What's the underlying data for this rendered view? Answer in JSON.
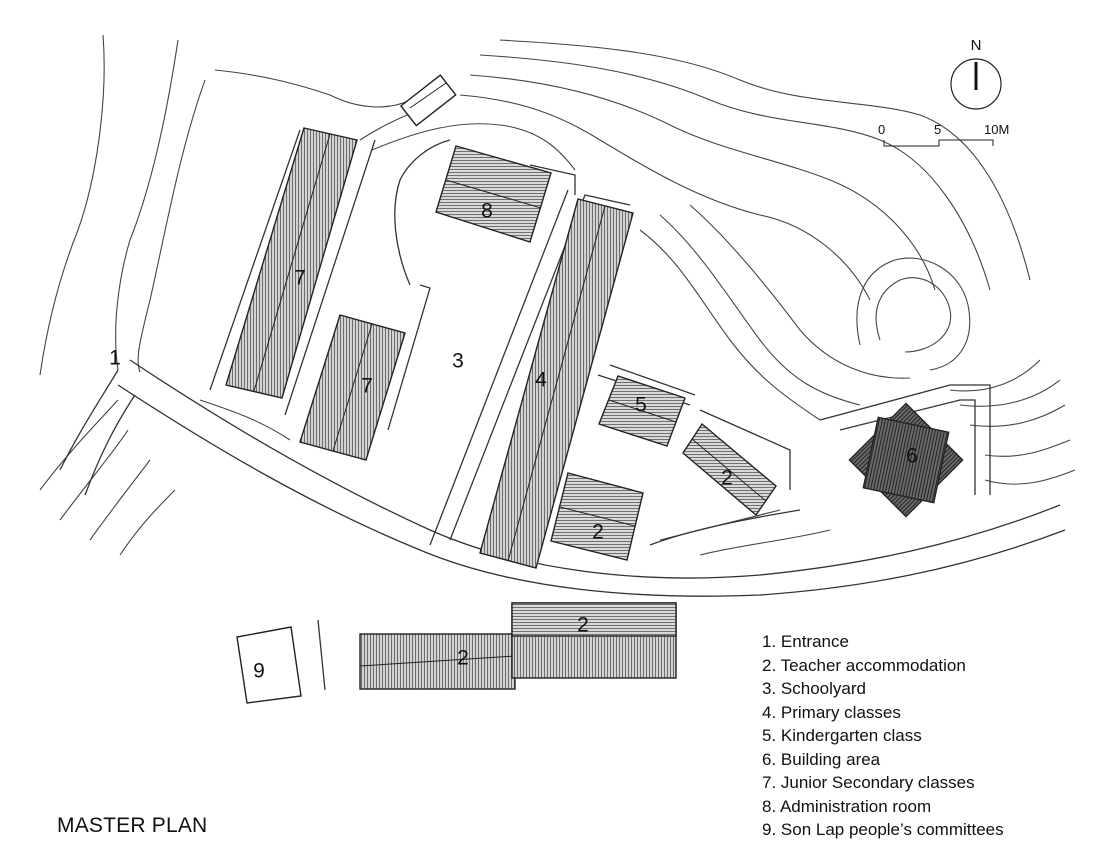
{
  "title": "MASTER PLAN",
  "north_label": "N",
  "scale_labels": [
    "0",
    "5",
    "10M"
  ],
  "zone_labels": {
    "entrance": "1",
    "schoolyard": "3"
  },
  "buildings": {
    "junior_secondary_a": "7",
    "junior_secondary_b": "7",
    "administration": "8",
    "primary": "4",
    "kindergarten": "5",
    "teacher_a": "2",
    "teacher_b": "2",
    "teacher_c": "2",
    "teacher_d": "2",
    "building_area": "6",
    "committees": "9"
  },
  "legend": [
    "1. Entrance",
    "2. Teacher accommodation",
    "3. Schoolyard",
    "4. Primary classes",
    "5. Kindergarten class",
    "6. Building area",
    "7. Junior Secondary classes",
    "8. Administration room",
    "9. Son Lap people’s committees"
  ]
}
